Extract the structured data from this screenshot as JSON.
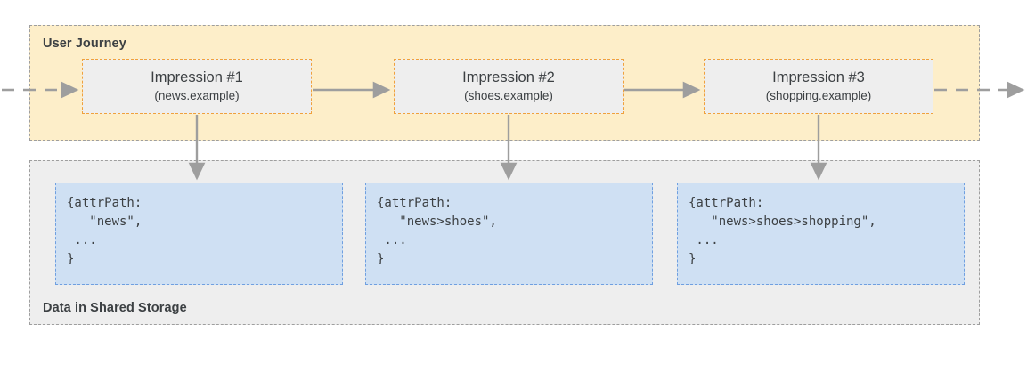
{
  "diagram": {
    "journey": {
      "label": "User Journey",
      "impressions": [
        {
          "title": "Impression #1",
          "origin": "(news.example)"
        },
        {
          "title": "Impression #2",
          "origin": "(shoes.example)"
        },
        {
          "title": "Impression #3",
          "origin": "(shopping.example)"
        }
      ]
    },
    "storage": {
      "label": "Data in Shared Storage",
      "entries": [
        {
          "code": "{attrPath:\n   \"news\",\n ...\n}"
        },
        {
          "code": "{attrPath:\n   \"news>shoes\",\n ...\n}"
        },
        {
          "code": "{attrPath:\n   \"news>shoes>shopping\",\n ...\n}"
        }
      ]
    },
    "colors": {
      "journey_fill": "#fdeec9",
      "journey_border": "#9e9e9e",
      "impression_fill": "#eeeeee",
      "impression_border": "#f0a13c",
      "storage_fill": "#eeeeee",
      "storage_border": "#9e9e9e",
      "data_fill": "#cfe0f3",
      "data_border": "#6f9fe0",
      "arrow": "#9e9e9e",
      "text": "#3c4043"
    }
  }
}
